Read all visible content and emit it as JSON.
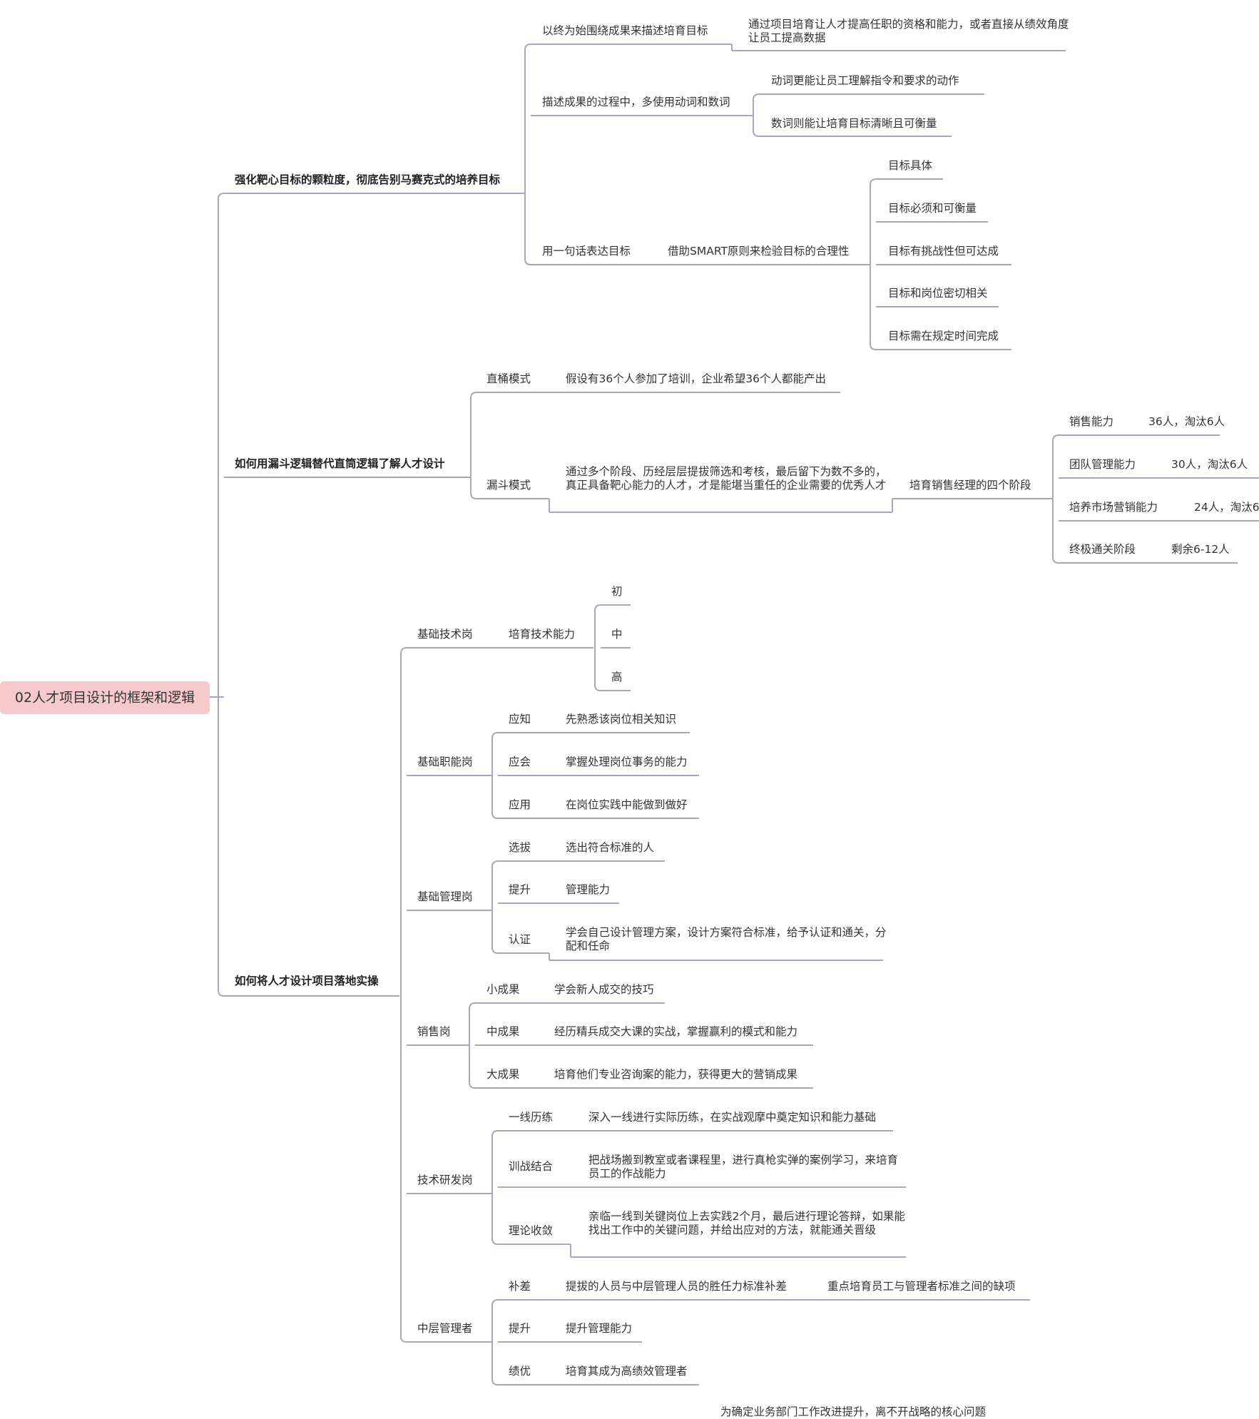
{
  "root": "02人才项目设计的框架和逻辑",
  "branches": {
    "b1": {
      "label": "强化靶心目标的颗粒度，彻底告别马赛克式的培养目标",
      "c1": {
        "label": "以终为始围绕成果来描述培育目标",
        "d1": "通过项目培育让人才提高任职的资格和能力，或者直接从绩效角度让员工提高数据"
      },
      "c2": {
        "label": "描述成果的过程中，多使用动词和数词",
        "d1": "动词更能让员工理解指令和要求的动作",
        "d2": "数词则能让培育目标清晰且可衡量"
      },
      "c3": {
        "label": "用一句话表达目标",
        "d1": "借助SMART原则来检验目标的合理性",
        "e1": "目标具体",
        "e2": "目标必须和可衡量",
        "e3": "目标有挑战性但可达成",
        "e4": "目标和岗位密切相关",
        "e5": "目标需在规定时间完成"
      }
    },
    "b2": {
      "label": "如何用漏斗逻辑替代直筒逻辑了解人才设计",
      "c1": {
        "label": "直桶模式",
        "d1": "假设有36个人参加了培训，企业希望36个人都能产出"
      },
      "c2": {
        "label": "漏斗模式",
        "d1": "通过多个阶段、历经层层提拔筛选和考核，最后留下为数不多的，真正具备靶心能力的人才，才是能堪当重任的企业需要的优秀人才",
        "e1": "培育销售经理的四个阶段",
        "f1": "销售能力",
        "g1": "36人，淘汰6人",
        "f2": "团队管理能力",
        "g2": "30人，淘汰6人",
        "f3": "培养市场营销能力",
        "g3": "24人，淘汰6",
        "f4": "终极通关阶段",
        "g4": "剩余6-12人"
      }
    },
    "b3": {
      "label": "如何将人才设计项目落地实操",
      "c1": {
        "label": "基础技术岗",
        "d1": "培育技术能力",
        "e1": "初",
        "e2": "中",
        "e3": "高"
      },
      "c2": {
        "label": "基础职能岗",
        "d1": "应知",
        "e1": "先熟悉该岗位相关知识",
        "d2": "应会",
        "e2": "掌握处理岗位事务的能力",
        "d3": "应用",
        "e3": "在岗位实践中能做到做好"
      },
      "c3": {
        "label": "基础管理岗",
        "d1": "选拔",
        "e1": "选出符合标准的人",
        "d2": "提升",
        "e2": "管理能力",
        "d3": "认证",
        "e3": "学会自己设计管理方案，设计方案符合标准，给予认证和通关，分配和任命"
      },
      "c4": {
        "label": "销售岗",
        "d1": "小成果",
        "e1": "学会新人成交的技巧",
        "d2": "中成果",
        "e2": "经历精兵成交大课的实战，掌握赢利的模式和能力",
        "d3": "大成果",
        "e3": "培育他们专业咨询案的能力，获得更大的营销成果"
      },
      "c5": {
        "label": "技术研发岗",
        "d1": "一线历练",
        "e1": "深入一线进行实际历练，在实战观摩中奠定知识和能力基础",
        "d2": "训战结合",
        "e2": "把战场搬到教室或者课程里，进行真枪实弹的案例学习，来培育员工的作战能力",
        "d3": "理论收敛",
        "e3": "亲临一线到关键岗位上去实践2个月，最后进行理论答辩，如果能找出工作中的关键问题，并给出应对的方法，就能通关晋级"
      },
      "c6": {
        "label": "中层管理者",
        "d1": "补差",
        "e1": "提拔的人员与中层管理人员的胜任力标准补差",
        "f1": "重点培育员工与管理者标准之间的缺项",
        "d2": "提升",
        "e2": "提升管理能力",
        "d3": "绩优",
        "e3": "培育其成为高绩效管理者"
      }
    }
  },
  "footer_fragment": "为确定业务部门工作改进提升，离不开战略的核心问题",
  "line_color": "#a6a8c0",
  "root_color": "#f6c9cc"
}
